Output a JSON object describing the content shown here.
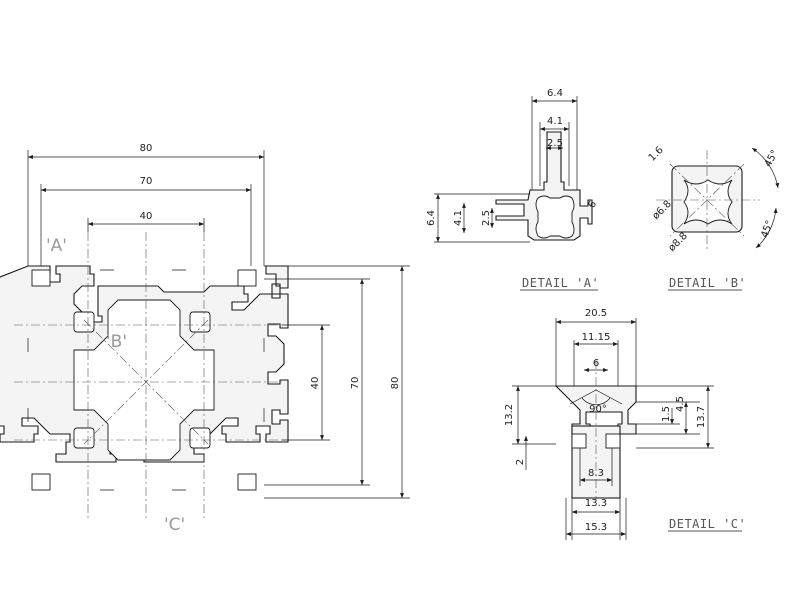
{
  "main_view": {
    "dimensions": {
      "width_outer": "80",
      "width_mid": "70",
      "width_inner": "40",
      "height_inner": "40",
      "height_mid": "70",
      "height_outer": "80"
    },
    "references": {
      "a": "'A'",
      "b": "'B'",
      "c": "'C'"
    }
  },
  "detail_a": {
    "caption": "DETAIL 'A'",
    "dimensions": {
      "top_outer": "6.4",
      "top_mid": "4.1",
      "top_inner": "2.5",
      "left_outer": "6.4",
      "left_mid": "4.1",
      "left_inner": "2.5",
      "side": "6"
    }
  },
  "detail_b": {
    "caption": "DETAIL 'B'",
    "dimensions": {
      "edge": "1.6",
      "diameter_small": "ø6.8",
      "diameter_large": "ø8.8",
      "angle_top": "45°",
      "angle_bottom": "45°"
    }
  },
  "detail_c": {
    "caption": "DETAIL 'C'",
    "dimensions": {
      "top_outer": "20.5",
      "top_mid": "11.15",
      "top_inner": "6",
      "angle": "90°",
      "left_height": "13.2",
      "left_small": "2",
      "right_small": "1.5",
      "right_mid": "4.5",
      "right_outer": "13.7",
      "bottom_inner": "8.3",
      "bottom_mid": "13.3",
      "bottom_outer": "15.3"
    }
  }
}
